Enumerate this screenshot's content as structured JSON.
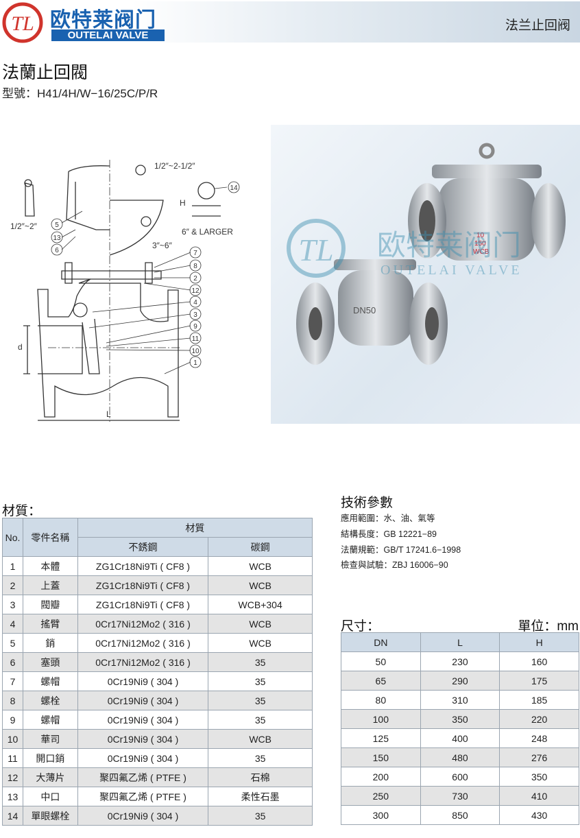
{
  "header": {
    "brand_cn": "欧特莱阀门",
    "brand_en": "OUTELAI VALVE",
    "logo_letters": "TL",
    "category": "法兰止回阀"
  },
  "product": {
    "title": "法蘭止回閥",
    "model": "型號：H41/4H/W−16/25C/P/R"
  },
  "drawing": {
    "labels": {
      "small_size": "1/2″~2″",
      "mid_size": "1/2″~2-1/2″",
      "range_3_6": "3″~6″",
      "large": "6″ & LARGER",
      "H": "H",
      "d": "d",
      "L": "L"
    },
    "callouts": [
      "1",
      "2",
      "3",
      "4",
      "5",
      "6",
      "7",
      "8",
      "9",
      "10",
      "11",
      "12",
      "13",
      "14"
    ]
  },
  "photo": {
    "watermark_cn": "欧特莱阀门",
    "watermark_en": "OUTELAI VALVE",
    "small_valve_mark": "DN50",
    "large_valve_marks": [
      "10",
      "150",
      "WCB"
    ]
  },
  "materials": {
    "label": "材質：",
    "headers": {
      "no": "No.",
      "part": "零件名稱",
      "material": "材質",
      "stainless": "不銹鋼",
      "carbon": "碳鋼"
    },
    "rows": [
      [
        "1",
        "本體",
        "ZG1Cr18Ni9Ti ( CF8 )",
        "WCB"
      ],
      [
        "2",
        "上蓋",
        "ZG1Cr18Ni9Ti ( CF8 )",
        "WCB"
      ],
      [
        "3",
        "閥瓣",
        "ZG1Cr18Ni9Ti ( CF8 )",
        "WCB+304"
      ],
      [
        "4",
        "搖臂",
        "0Cr17Ni12Mo2 ( 316 )",
        "WCB"
      ],
      [
        "5",
        "銷",
        "0Cr17Ni12Mo2 ( 316 )",
        "WCB"
      ],
      [
        "6",
        "塞頭",
        "0Cr17Ni12Mo2 ( 316 )",
        "35"
      ],
      [
        "7",
        "螺帽",
        "0Cr19Ni9 ( 304 )",
        "35"
      ],
      [
        "8",
        "螺栓",
        "0Cr19Ni9 ( 304 )",
        "35"
      ],
      [
        "9",
        "螺帽",
        "0Cr19Ni9 ( 304 )",
        "35"
      ],
      [
        "10",
        "華司",
        "0Cr19Ni9 ( 304 )",
        "WCB"
      ],
      [
        "11",
        "開口銷",
        "0Cr19Ni9 ( 304 )",
        "35"
      ],
      [
        "12",
        "大薄片",
        "聚四氟乙烯 ( PTFE )",
        "石棉"
      ],
      [
        "13",
        "中口",
        "聚四氟乙烯 ( PTFE )",
        "柔性石墨"
      ],
      [
        "14",
        "單眼螺栓",
        "0Cr19Ni9 ( 304 )",
        "35"
      ]
    ]
  },
  "tech": {
    "title": "技術參數",
    "lines": [
      "應用範圍：水、油、氣等",
      "結構長度：GB 12221−89",
      "法蘭規範：GB/T 17241.6−1998",
      "檢查與試驗：ZBJ 16006−90"
    ]
  },
  "dimensions": {
    "label": "尺寸：",
    "unit": "單位：mm",
    "headers": [
      "DN",
      "L",
      "H"
    ],
    "rows": [
      [
        "50",
        "230",
        "160"
      ],
      [
        "65",
        "290",
        "175"
      ],
      [
        "80",
        "310",
        "185"
      ],
      [
        "100",
        "350",
        "220"
      ],
      [
        "125",
        "400",
        "248"
      ],
      [
        "150",
        "480",
        "276"
      ],
      [
        "200",
        "600",
        "350"
      ],
      [
        "250",
        "730",
        "410"
      ],
      [
        "300",
        "850",
        "430"
      ]
    ]
  },
  "colors": {
    "brand_blue": "#1a62b0",
    "logo_red": "#d0342c",
    "header_fill": "#cfdbe7"
  }
}
